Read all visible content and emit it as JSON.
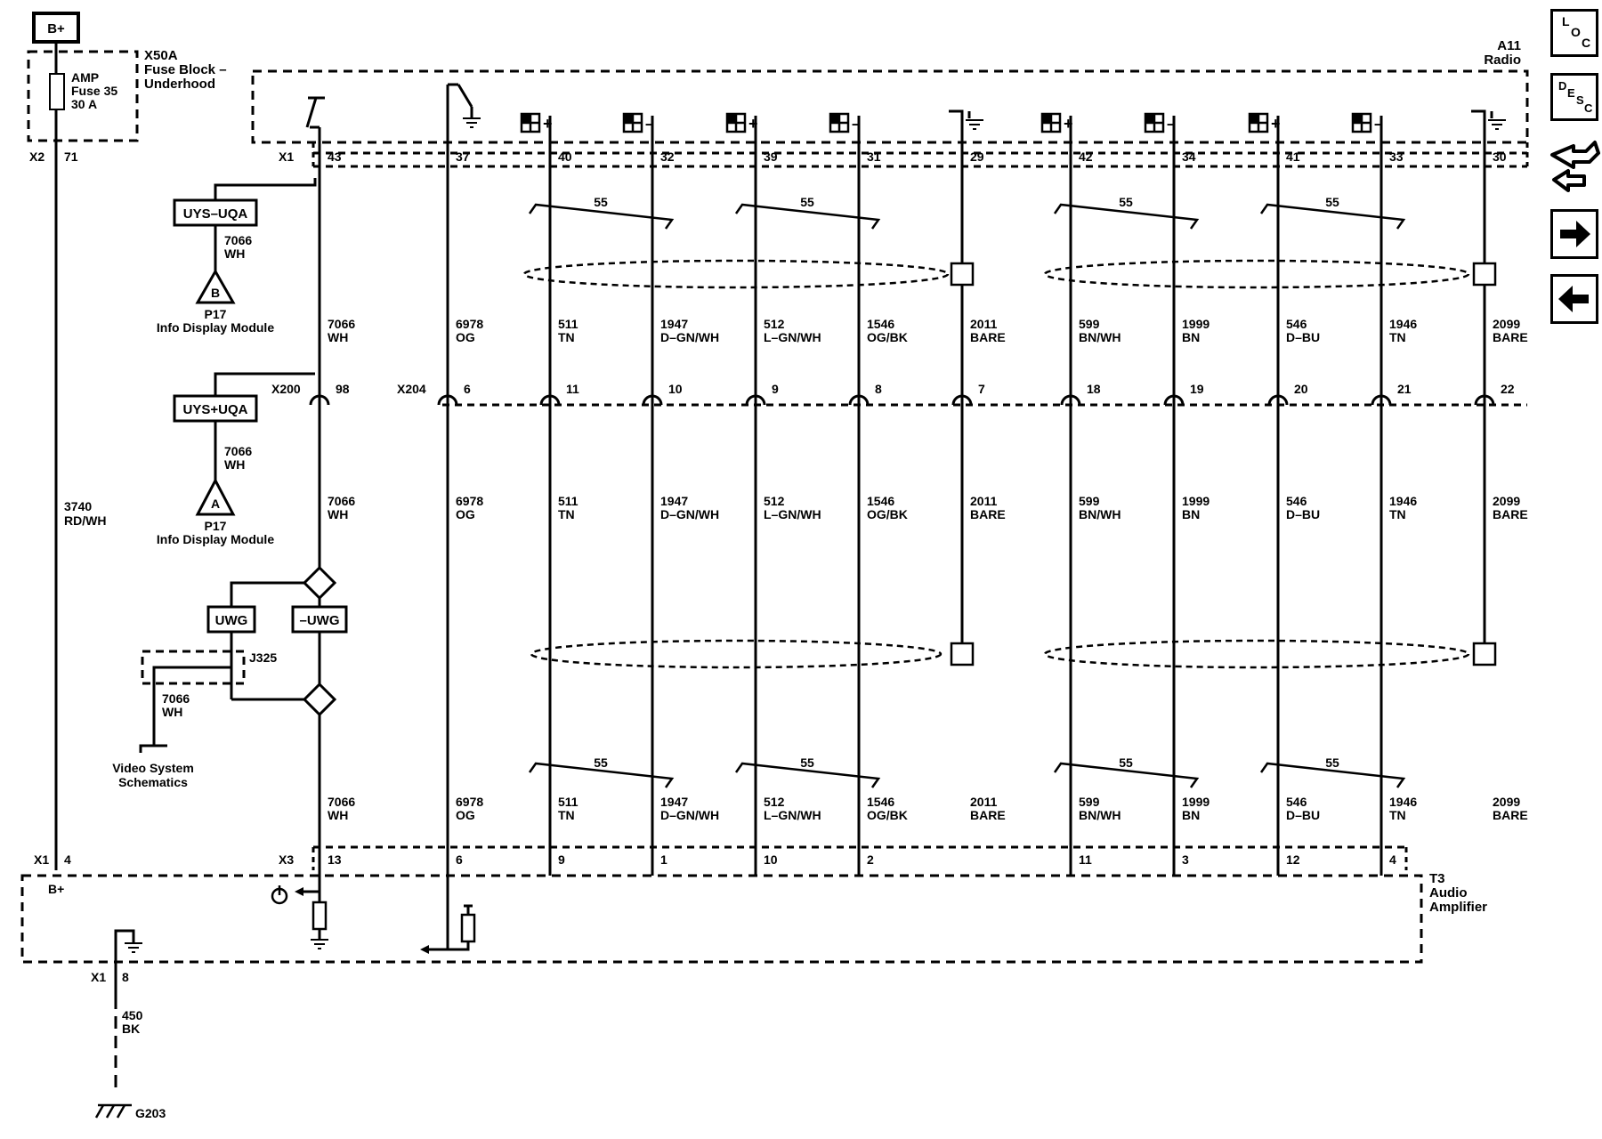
{
  "power": {
    "label": "B+"
  },
  "fuse_block": {
    "ref": "X50A",
    "name_line1": "Fuse Block –",
    "name_line2": "Underhood",
    "fuse_line1": "AMP",
    "fuse_line2": "Fuse 35",
    "fuse_line3": "30 A",
    "connector": "X2",
    "pin": "71"
  },
  "radio": {
    "ref": "A11",
    "name": "Radio",
    "connector": "X1",
    "pin_b": "43"
  },
  "amplifier": {
    "ref": "T3",
    "name_line1": "Audio",
    "name_line2": "Amplifier",
    "bplus": "B+",
    "connector_b": "X1",
    "pin_b": "4",
    "connector_sig": "X3",
    "ground_connector": "X1",
    "ground_pin": "8"
  },
  "wires": {
    "feed_circuit": "3740",
    "feed_color": "RD/WH",
    "ground_circuit": "450",
    "ground_color": "BK",
    "ground_ref": "G203"
  },
  "option_boxes": {
    "upper_option": "UYS–UQA",
    "upper_circuit": "7066",
    "upper_color": "WH",
    "upper_module": "P17",
    "upper_module_name": "Info Display Module",
    "upper_pin": "B",
    "lower_option": "UYS+UQA",
    "lower_circuit": "7066",
    "lower_color": "WH",
    "lower_module": "P17",
    "lower_module_name": "Info Display Module",
    "lower_pin": "A",
    "uwg": "UWG",
    "not_uwg": "–UWG",
    "splice_ref": "J325",
    "video_circuit": "7066",
    "video_color": "WH",
    "video_line1": "Video System",
    "video_line2": "Schematics"
  },
  "connectors": {
    "x200": "X200",
    "x204": "X204"
  },
  "twist_label": "55",
  "columns": [
    {
      "radio_pin": "43",
      "x200_pin": "98",
      "amp_pin": "13",
      "circuit": "7066",
      "color": "WH"
    },
    {
      "radio_pin": "37",
      "x204_pin": "6",
      "amp_pin": "6",
      "circuit": "6978",
      "color": "OG"
    },
    {
      "radio_pin": "40",
      "x204_pin": "11",
      "amp_pin": "9",
      "circuit": "511",
      "color": "TN",
      "sign": "+"
    },
    {
      "radio_pin": "32",
      "x204_pin": "10",
      "amp_pin": "1",
      "circuit": "1947",
      "color": "D–GN/WH",
      "sign": "–"
    },
    {
      "radio_pin": "39",
      "x204_pin": "9",
      "amp_pin": "10",
      "circuit": "512",
      "color": "L–GN/WH",
      "sign": "+"
    },
    {
      "radio_pin": "31",
      "x204_pin": "8",
      "amp_pin": "2",
      "circuit": "1546",
      "color": "OG/BK",
      "sign": "–"
    },
    {
      "radio_pin": "29",
      "x204_pin": "7",
      "amp_pin": "",
      "circuit": "2011",
      "color": "BARE"
    },
    {
      "radio_pin": "42",
      "x204_pin": "18",
      "amp_pin": "11",
      "circuit": "599",
      "color": "BN/WH",
      "sign": "+"
    },
    {
      "radio_pin": "34",
      "x204_pin": "19",
      "amp_pin": "3",
      "circuit": "1999",
      "color": "BN",
      "sign": "–"
    },
    {
      "radio_pin": "41",
      "x204_pin": "20",
      "amp_pin": "12",
      "circuit": "546",
      "color": "D–BU",
      "sign": "+"
    },
    {
      "radio_pin": "33",
      "x204_pin": "21",
      "amp_pin": "4",
      "circuit": "1946",
      "color": "TN",
      "sign": "–"
    },
    {
      "radio_pin": "30",
      "x204_pin": "22",
      "amp_pin": "",
      "circuit": "2099",
      "color": "BARE"
    }
  ],
  "nav": {
    "loc": [
      "L",
      "O",
      "C"
    ],
    "desc": [
      "D",
      "E",
      "S",
      "C"
    ]
  }
}
